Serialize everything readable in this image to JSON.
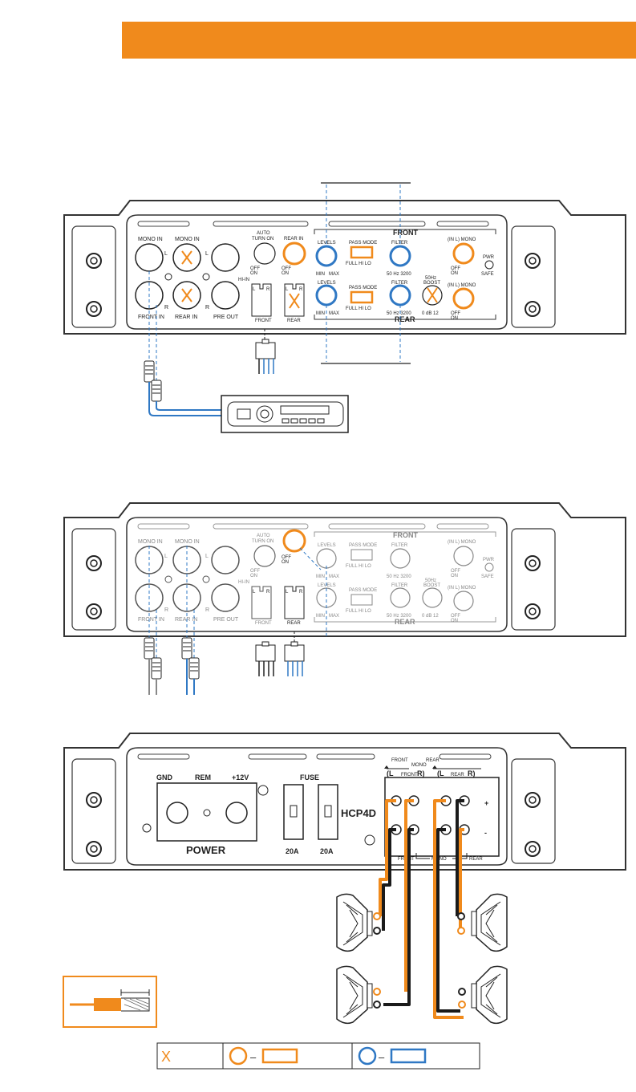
{
  "colors": {
    "accent": "#f08a1c",
    "blue": "#2f78c4",
    "ink": "#222222",
    "wire": "#1a1a1a"
  },
  "icons": [
    "x-mark-icon",
    "orange-circle-icon",
    "blue-circle-icon",
    "speaker-icon",
    "rca-plug-icon",
    "head-unit-icon"
  ],
  "panel1": {
    "mono_in": "MONO IN",
    "front_in": "FRONT IN",
    "rear_in": "REAR IN",
    "pre_out": "PRE OUT",
    "l": "L",
    "r": "R",
    "auto": "AUTO",
    "turn_on": "TURN ON",
    "off": "OFF",
    "on": "ON",
    "hi_in": "HI-IN",
    "front": "FRONT",
    "rear": "REAR",
    "levels": "LEVELS",
    "min": "MIN",
    "max": "MAX",
    "pass_mode": "PASS MODE",
    "pass_opts": "FULL  HI  LO",
    "filter": "FILTER",
    "filter_range": "50  Hz  3200",
    "boost_hz": "50Hz",
    "boost": "BOOST",
    "boost_range": "0  dB  12",
    "mono": "(IN L) MONO",
    "pwr": "PWR",
    "safe": "SAFE",
    "front_cap": "FRONT",
    "rear_cap": "REAR"
  },
  "panel2": {
    "mono_in": "MONO IN",
    "front_in": "FRONT IN",
    "rear_in": "REAR IN",
    "pre_out": "PRE OUT",
    "l": "L",
    "r": "R",
    "auto": "AUTO",
    "turn_on": "TURN ON",
    "off": "OFF",
    "on": "ON",
    "hi_in": "HI-IN",
    "front": "FRONT",
    "rear": "REAR",
    "levels": "LEVELS",
    "min": "MIN",
    "max": "MAX",
    "pass_mode": "PASS MODE",
    "pass_opts": "FULL  HI  LO",
    "filter": "FILTER",
    "filter_range": "50  Hz  3200",
    "boost_hz": "50Hz",
    "boost": "BOOST",
    "boost_range": "0  dB  12",
    "mono": "(IN L) MONO",
    "pwr": "PWR",
    "safe": "SAFE",
    "front_cap": "FRONT",
    "rear_cap": "REAR"
  },
  "panel3": {
    "gnd": "GND",
    "rem": "REM",
    "v12": "+12V",
    "power": "POWER",
    "fuse": "FUSE",
    "fuse1": "20A",
    "fuse2": "20A",
    "model": "HCP4D",
    "front_top": "FRONT",
    "mono_top": "MONO",
    "rear_top": "REAR",
    "l_front": "(L",
    "front_mid": "FRONT",
    "r_front": "R)",
    "l_rear": "(L",
    "rear_mid": "REAR",
    "r_rear": "R)",
    "plus": "+",
    "minus": "-",
    "front_bot": "FRONT",
    "mono_bot": "MONO",
    "rear_bot": "REAR"
  },
  "legend": {
    "x": "X",
    "dash1": "–",
    "dash2": "–"
  }
}
